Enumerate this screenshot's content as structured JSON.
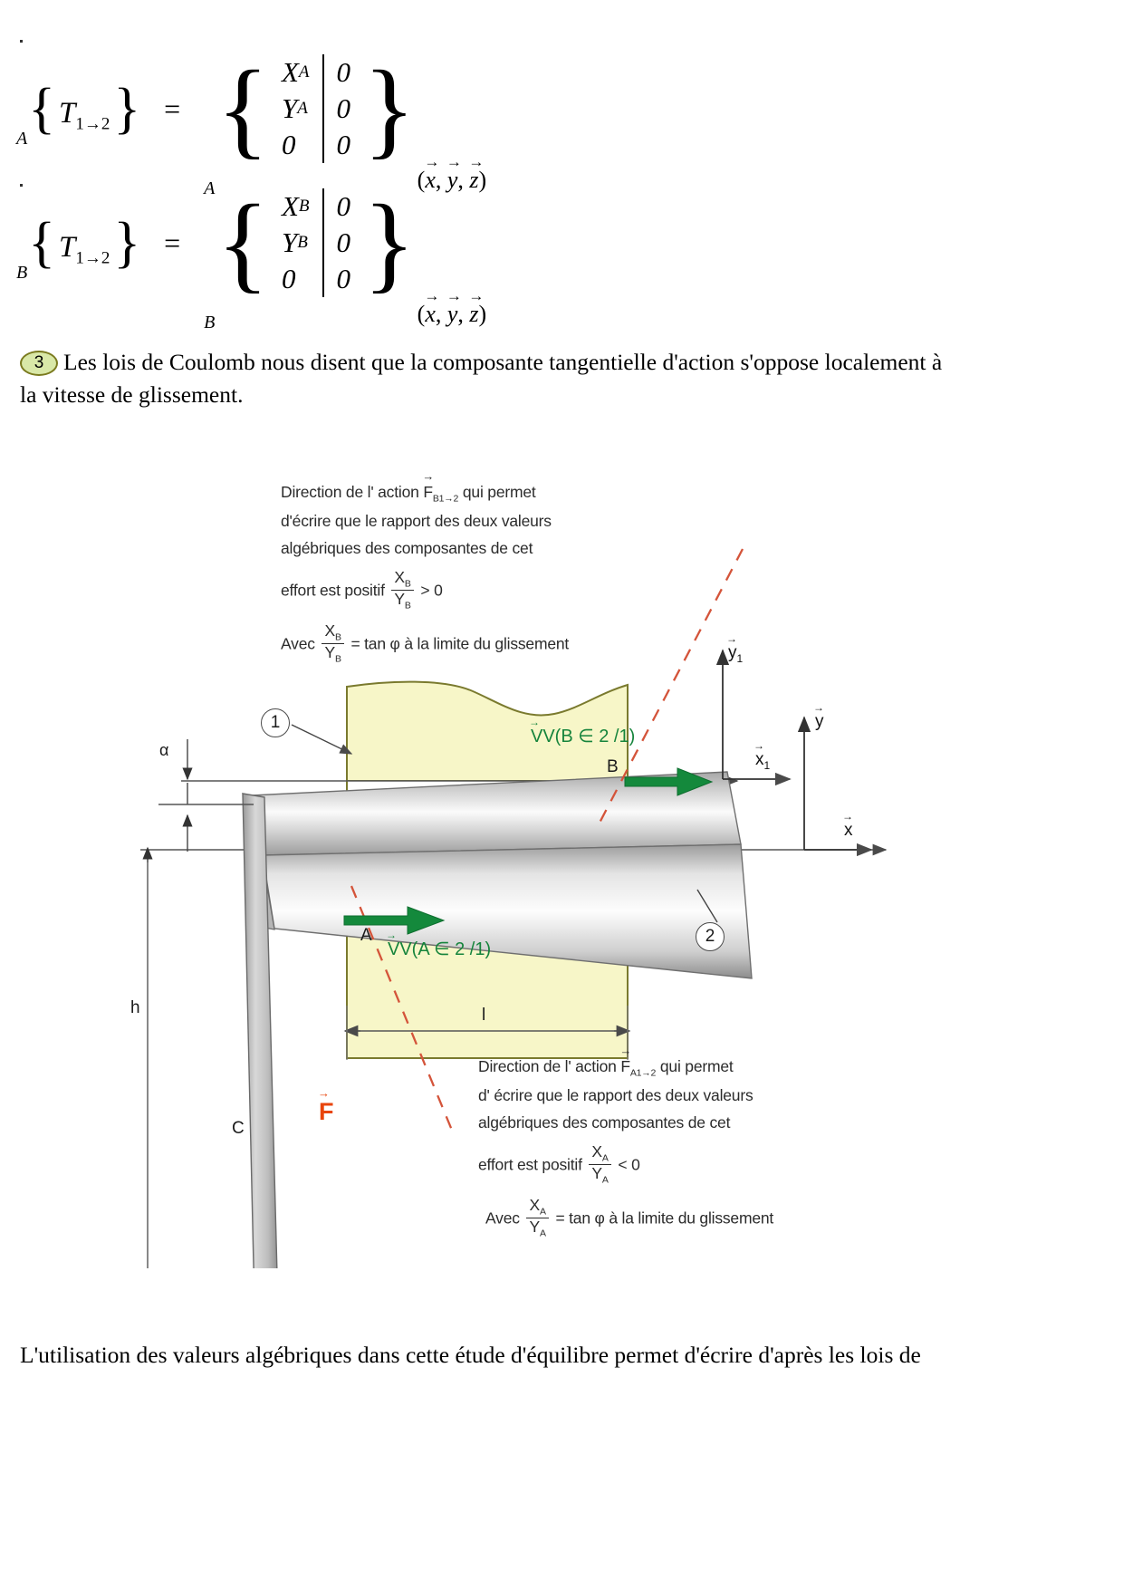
{
  "equations": {
    "eq_a": {
      "point": "A",
      "name": "T",
      "name_sub": "1→2",
      "equals": "=",
      "matrix_point": "A",
      "col1": [
        "X",
        "Y",
        "0"
      ],
      "col1_subs": [
        "A",
        "A",
        ""
      ],
      "col2": [
        "0",
        "0",
        "0"
      ],
      "basis": "(x, y, z)"
    },
    "eq_b": {
      "point": "B",
      "name": "T",
      "name_sub": "1→2",
      "equals": "=",
      "matrix_point": "B",
      "col1": [
        "X",
        "Y",
        "0"
      ],
      "col1_subs": [
        "B",
        "B",
        ""
      ],
      "col2": [
        "0",
        "0",
        "0"
      ],
      "basis": "(x, y, z)"
    }
  },
  "paragraph": {
    "badge": "3",
    "line1": "Les lois de Coulomb nous disent que la composante tangentielle d'action s'oppose localement à",
    "line2": "la vitesse de glissement."
  },
  "annotation_top": {
    "line1_pre": "Direction de l' action",
    "line1_sym": "F",
    "line1_sub": "B1→2",
    "line1_post": "qui permet",
    "line2": "d'écrire que le rapport des deux valeurs",
    "line3": "algébriques des composantes de cet",
    "line4_pre": "effort est positif",
    "line4_num": "X",
    "line4_num_sub": "B",
    "line4_den": "Y",
    "line4_den_sub": "B",
    "line4_post": "> 0",
    "line5_pre": "Avec",
    "line5_num": "X",
    "line5_num_sub": "B",
    "line5_den": "Y",
    "line5_den_sub": "B",
    "line5_post": "= tan φ à la limite du glissement"
  },
  "annotation_bottom": {
    "line1_pre": "Direction de l' action",
    "line1_sym": "F",
    "line1_sub": "A1→2",
    "line1_post": "qui permet",
    "line2": "d' écrire que le rapport des deux valeurs",
    "line3": "algébriques des composantes de cet",
    "line4_pre": "effort est positif",
    "line4_num": "X",
    "line4_num_sub": "A",
    "line4_den": "Y",
    "line4_den_sub": "A",
    "line4_post": "< 0",
    "line5_pre": "Avec",
    "line5_num": "X",
    "line5_num_sub": "A",
    "line5_den": "Y",
    "line5_den_sub": "A",
    "line5_post": "= tan φ à la limite du glissement"
  },
  "diagram": {
    "velocity_b": "V(B ∈ 2 /1)",
    "velocity_a": "V(A ∈ 2 /1)",
    "point_b": "B",
    "point_a": "A",
    "point_c": "C",
    "part_1": "1",
    "part_2": "2",
    "alpha": "α",
    "height_label": "h",
    "length_label": "l",
    "force_label": "F",
    "axis_y1": "y",
    "axis_y1_sub": "1",
    "axis_x1": "x",
    "axis_x1_sub": "1",
    "axis_y": "y",
    "axis_x": "x",
    "colors": {
      "part1_fill": "#f7f6c8",
      "part1_border": "#7a7a2e",
      "velocity_arrow": "#14893c",
      "force_arrow": "#e8450c",
      "slip_line": "#d4543a",
      "metal_light": "#fdfdfd",
      "metal_dark": "#8f8f8f"
    }
  },
  "footer": {
    "text": "L'utilisation des valeurs algébriques dans cette étude d'équilibre permet d'écrire d'après les lois de"
  }
}
